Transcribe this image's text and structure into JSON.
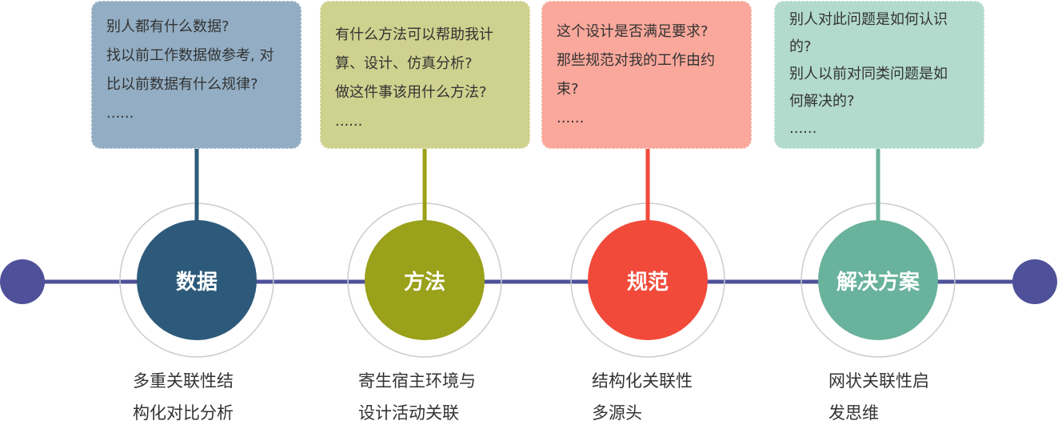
{
  "colors": {
    "line": "#4e5199",
    "ring": "#cccccc",
    "endpoint": "#4e5199"
  },
  "steps": [
    {
      "label": "数据",
      "color": "#2d5a7b",
      "bubble_color": "#93aec4",
      "bubble_lines": [
        "别人都有什么数据?",
        "找以前工作数据做参考, 对",
        "比以前数据有什么规律?",
        "......"
      ],
      "caption_lines": [
        "多重关联性结",
        "构化对比分析"
      ]
    },
    {
      "label": "方法",
      "color": "#9aa11a",
      "bubble_color": "#cfd18e",
      "bubble_lines": [
        "有什么方法可以帮助我计",
        "算、设计、仿真分析?",
        "做这件事该用什么方法?",
        "......"
      ],
      "caption_lines": [
        "寄生宿主环境与",
        "设计活动关联"
      ]
    },
    {
      "label": "规范",
      "color": "#f24a3a",
      "bubble_color": "#f9a89b",
      "bubble_lines": [
        "这个设计是否满足要求?",
        "那些规范对我的工作由约",
        "束?",
        "......"
      ],
      "caption_lines": [
        "结构化关联性",
        "多源头"
      ]
    },
    {
      "label": "解决方案",
      "color": "#69b29c",
      "bubble_color": "#b2dacd",
      "bubble_lines": [
        "别人对此问题是如何认识",
        "的?",
        "别人以前对同类问题是如",
        "何解决的?",
        "......"
      ],
      "caption_lines": [
        "网状关联性启",
        "发思维"
      ]
    }
  ]
}
